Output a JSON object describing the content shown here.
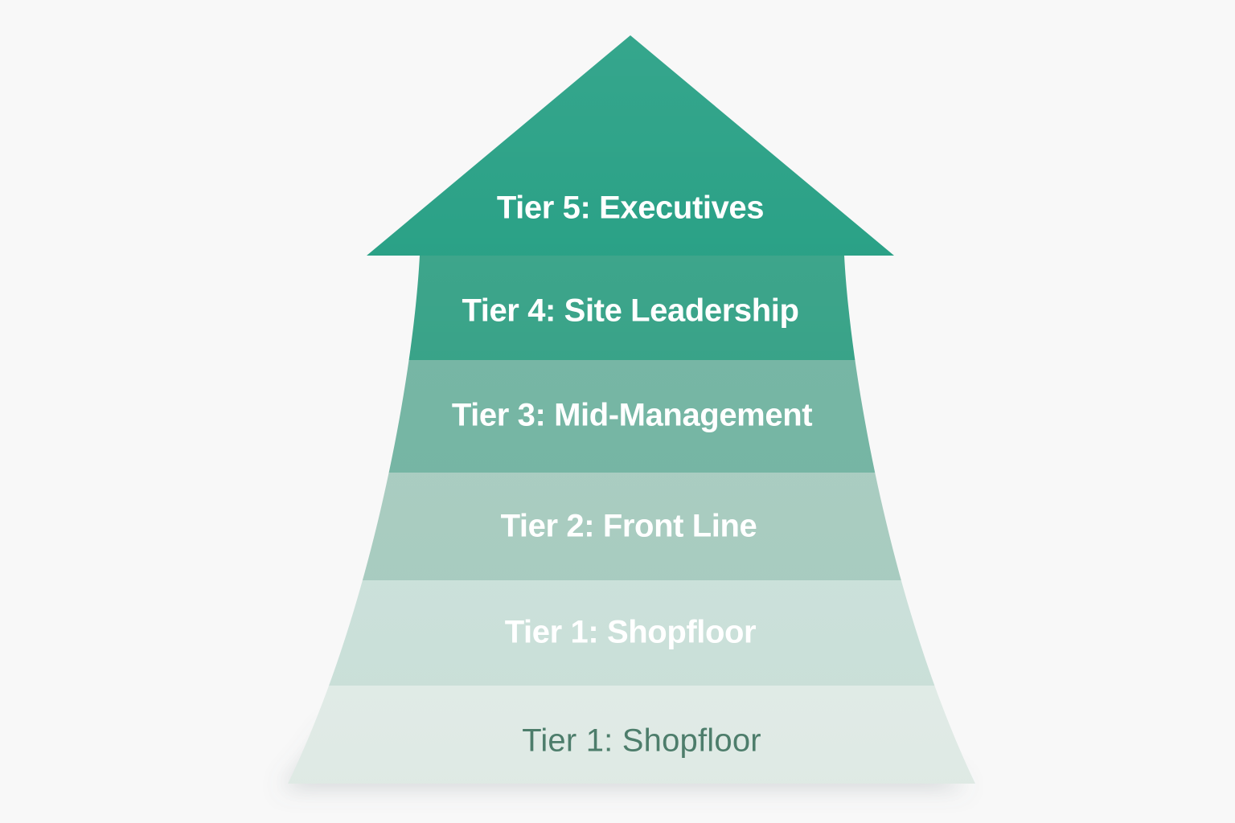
{
  "page": {
    "background_color": "#f8f8f8",
    "title": "Tiered Organization Arrow Diagram"
  },
  "chart_data": {
    "type": "pyramid",
    "title": "Tiered Organization Arrow Diagram",
    "shape": "upward-arrow-with-flared-base",
    "orientation": "bottom-to-top",
    "bands_top_to_bottom": [
      {
        "label": "Tier 5: Executives",
        "tier_prefix": "Tier 5:",
        "tier_name": "Executives",
        "level": 5,
        "color": "#219d81",
        "text_color": "#ffffff",
        "segment_shape": "arrow-head-triangle"
      },
      {
        "label": "Tier 4: Site Leadership",
        "tier_prefix": "Tier 4:",
        "tier_name": "Site Leadership",
        "level": 4,
        "color": "#35a186",
        "text_color": "#ffffff",
        "segment_shape": "band"
      },
      {
        "label": "Tier 3: Mid-Management",
        "tier_prefix": "Tier 3:",
        "tier_name": "Mid-Management",
        "level": 3,
        "color": "#74b5a3",
        "text_color": "#ffffff",
        "segment_shape": "band"
      },
      {
        "label": "Tier 2: Front Line",
        "tier_prefix": "Tier 2:",
        "tier_name": "Front Line",
        "level": 2,
        "color": "#a9cdc1",
        "text_color": "#ffffff",
        "segment_shape": "band"
      },
      {
        "label": "Tier 1: Shopfloor",
        "tier_prefix": "Tier 1:",
        "tier_name": "Shopfloor",
        "level": 1,
        "color": "#cde3dc",
        "text_color": "#ffffff",
        "segment_shape": "band"
      },
      {
        "label": "Tier 1: Shopfloor",
        "tier_prefix": "Tier 1:",
        "tier_name": "Shopfloor",
        "level": 1,
        "color": "#e4efea",
        "text_color": "#4d7d6b",
        "segment_shape": "band"
      }
    ],
    "palette": [
      "#219d81",
      "#35a186",
      "#74b5a3",
      "#a9cdc1",
      "#cde3dc",
      "#e4efea"
    ],
    "legend": "none",
    "grid": false
  },
  "labels": {
    "tier5": "Tier 5: Executives",
    "tier4": "Tier 4: Site Leadership",
    "tier3": "Tier 3: Mid-Management",
    "tier2": "Tier 2: Front Line",
    "tier1_upper": "Tier 1: Shopfloor",
    "tier1_base": "Tier 1: Shopfloor"
  },
  "colors": {
    "accent": "#219d81",
    "band_tier5": "#219d81",
    "band_tier4": "#35a186",
    "band_tier3": "#74b5a3",
    "band_tier2": "#a9cdc1",
    "band_tier1_upper": "#cde3dc",
    "band_tier1_base": "#e4efea",
    "label_light": "#ffffff",
    "label_dark": "#4d7d6b",
    "background": "#f8f8f8"
  }
}
